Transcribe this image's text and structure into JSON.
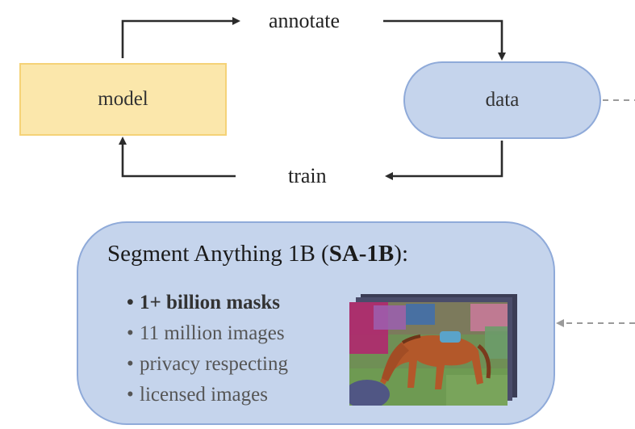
{
  "diagram": {
    "top_loop_label": "annotate",
    "bottom_loop_label": "train",
    "model_label": "model",
    "data_label": "data",
    "dataset": {
      "title_prefix": "Segment Anything 1B (",
      "title_bold": "SA-1B",
      "title_suffix": "):",
      "bullets": [
        "1+ billion masks",
        "11 million images",
        "privacy respecting",
        "licensed images"
      ],
      "image_subject": "horse-with-segmentation-masks"
    }
  },
  "colors": {
    "model_fill": "#fbe7ab",
    "model_border": "#f5d277",
    "data_fill": "#c5d4ec",
    "data_border": "#8faad9",
    "arrow": "#2b2b2b",
    "dashed": "#9a9a9a"
  }
}
